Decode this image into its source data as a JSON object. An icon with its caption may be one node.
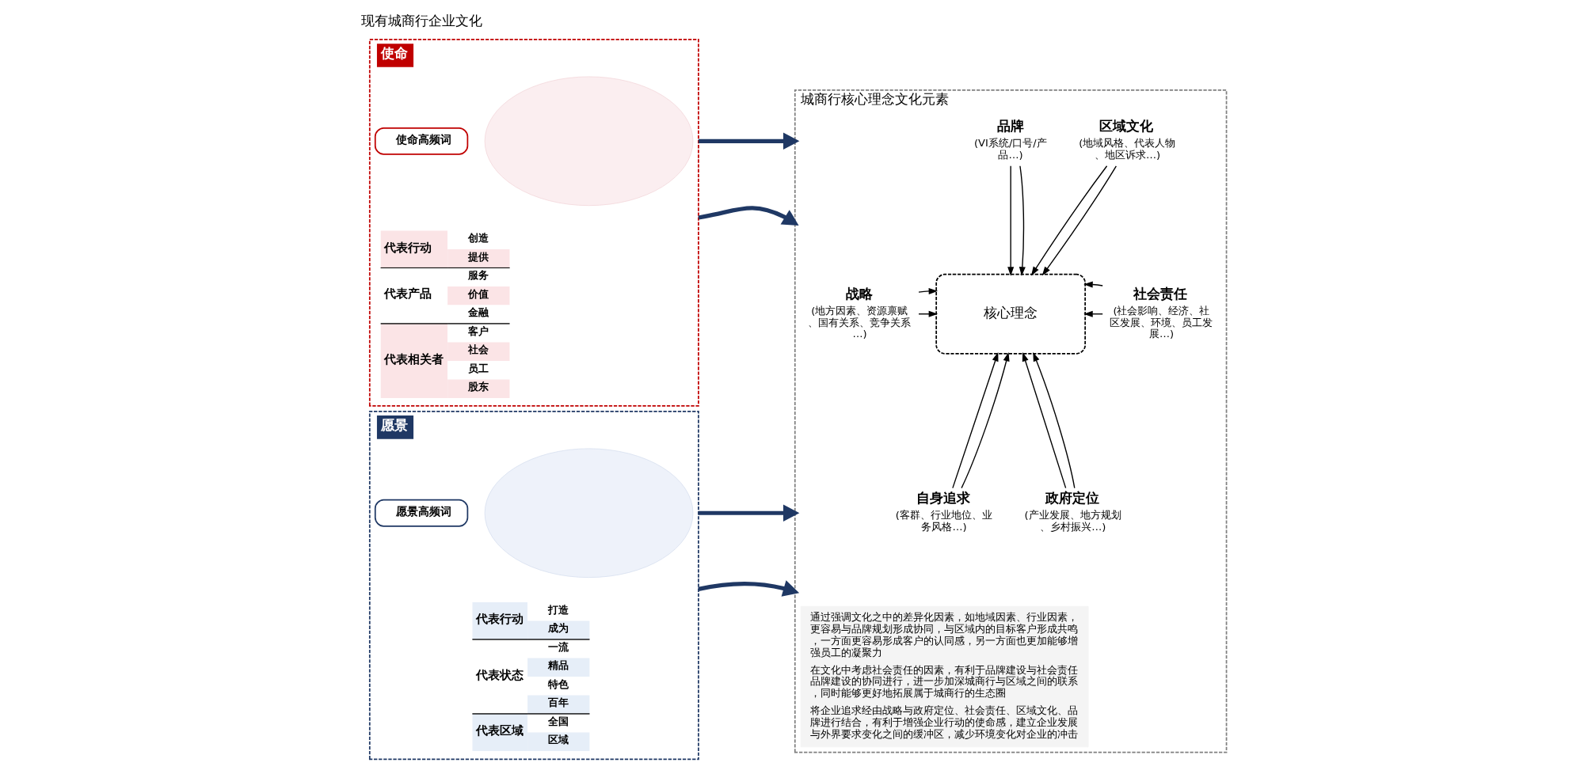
{
  "diagram": {
    "nodes": [
      {
        "text": [
          "使命"
        ]
      },
      {
        "text": [],
        "shape": "circle",
        "in": 0
      },
      {
        "text": [
          "使命高频词"
        ],
        "in": 0
      },
      {
        "text": [
          "愿景"
        ]
      },
      {
        "text": [],
        "shape": "circle",
        "in": 3
      },
      {
        "text": [
          "愿景高频词"
        ],
        "in": 3
      },
      {
        "text": [
          "城商行核心理念文化元素"
        ]
      },
      {
        "text": [
          "品牌",
          "(VI系统/口号/产品…)"
        ],
        "in": 6
      },
      {
        "text": [
          "区域文化",
          "(地域风格、代表人物、地区诉求…)"
        ],
        "in": 6
      },
      {
        "text": [
          "战略",
          "(地方因素、资源禀赋、国有关系、竞争关系…)"
        ],
        "in": 6
      },
      {
        "text": [
          "核心理念"
        ],
        "in": 6
      },
      {
        "text": [
          "社会责任",
          "(社会影响、经济、社区发展、环境、员工发展…)"
        ],
        "in": 6
      },
      {
        "text": [
          "自身追求",
          "(客群、行业地位、业务风格…)"
        ],
        "in": 6
      },
      {
        "text": [
          "政府定位",
          "(产业发展、地方规划、乡村振兴…)"
        ],
        "in": 6
      },
      {
        "text": [
          "通过强调文化之中的差异化因素，如地域因素、行业因素，更容易与品牌规划形成协同，与区域内的目标客户形成共鸣，一方面更容易形成客户的认同感，另一方面也更加能够增强员工的凝聚力",
          "在文化中考虑社会责任的因素，有利于品牌建设与社会责任品牌建设的协同进行，进一步加深城商行与区域之间的联系，同时能够更好地拓展属于城商行的生态圈",
          "将企业追求经由战略与政府定位、社会责任、区域文化、品牌进行结合，有利于增强企业行动的使命感，建立企业发展与外界要求变化之间的缓冲区，减少环境变化对企业的冲击"
        ],
        "in": 6
      }
    ],
    "edges": [
      {
        "from": 7,
        "to": 10,
        "arrow": "to"
      },
      {
        "from": 7,
        "to": 10,
        "arrow": "to"
      },
      {
        "from": 8,
        "to": 10,
        "arrow": "to"
      },
      {
        "from": 8,
        "to": 10,
        "arrow": "to"
      },
      {
        "from": 9,
        "to": 10,
        "arrow": "to"
      },
      {
        "from": 9,
        "to": 10,
        "arrow": "to"
      },
      {
        "from": 11,
        "to": 10,
        "arrow": "to"
      },
      {
        "from": 11,
        "to": 10,
        "arrow": "to"
      },
      {
        "from": 12,
        "to": 10,
        "arrow": "to"
      },
      {
        "from": 12,
        "to": 10,
        "arrow": "to"
      },
      {
        "from": 13,
        "to": 10,
        "arrow": "to"
      },
      {
        "from": 13,
        "to": 10,
        "arrow": "to"
      },
      {
        "from": 0,
        "to": 6,
        "arrow": "to",
        "style": "thick",
        "color": "#1f3864"
      },
      {
        "from": 0,
        "to": 6,
        "arrow": "to",
        "style": "thick",
        "color": "#1f3864"
      },
      {
        "from": 3,
        "to": 6,
        "arrow": "to",
        "style": "thick",
        "color": "#1f3864"
      },
      {
        "from": 3,
        "to": 6,
        "arrow": "to",
        "style": "thick",
        "color": "#1f3864"
      }
    ],
    "labels": [
      "现有城商行企业文化",
      "代表行动",
      "创造",
      "提供",
      "代表产品",
      "服务",
      "价值",
      "金融",
      "代表相关者",
      "客户",
      "社会",
      "员工",
      "股东",
      "代表行动",
      "打造",
      "成为",
      "代表状态",
      "一流",
      "精品",
      "特色",
      "百年",
      "代表区域",
      "全国",
      "区域"
    ]
  }
}
